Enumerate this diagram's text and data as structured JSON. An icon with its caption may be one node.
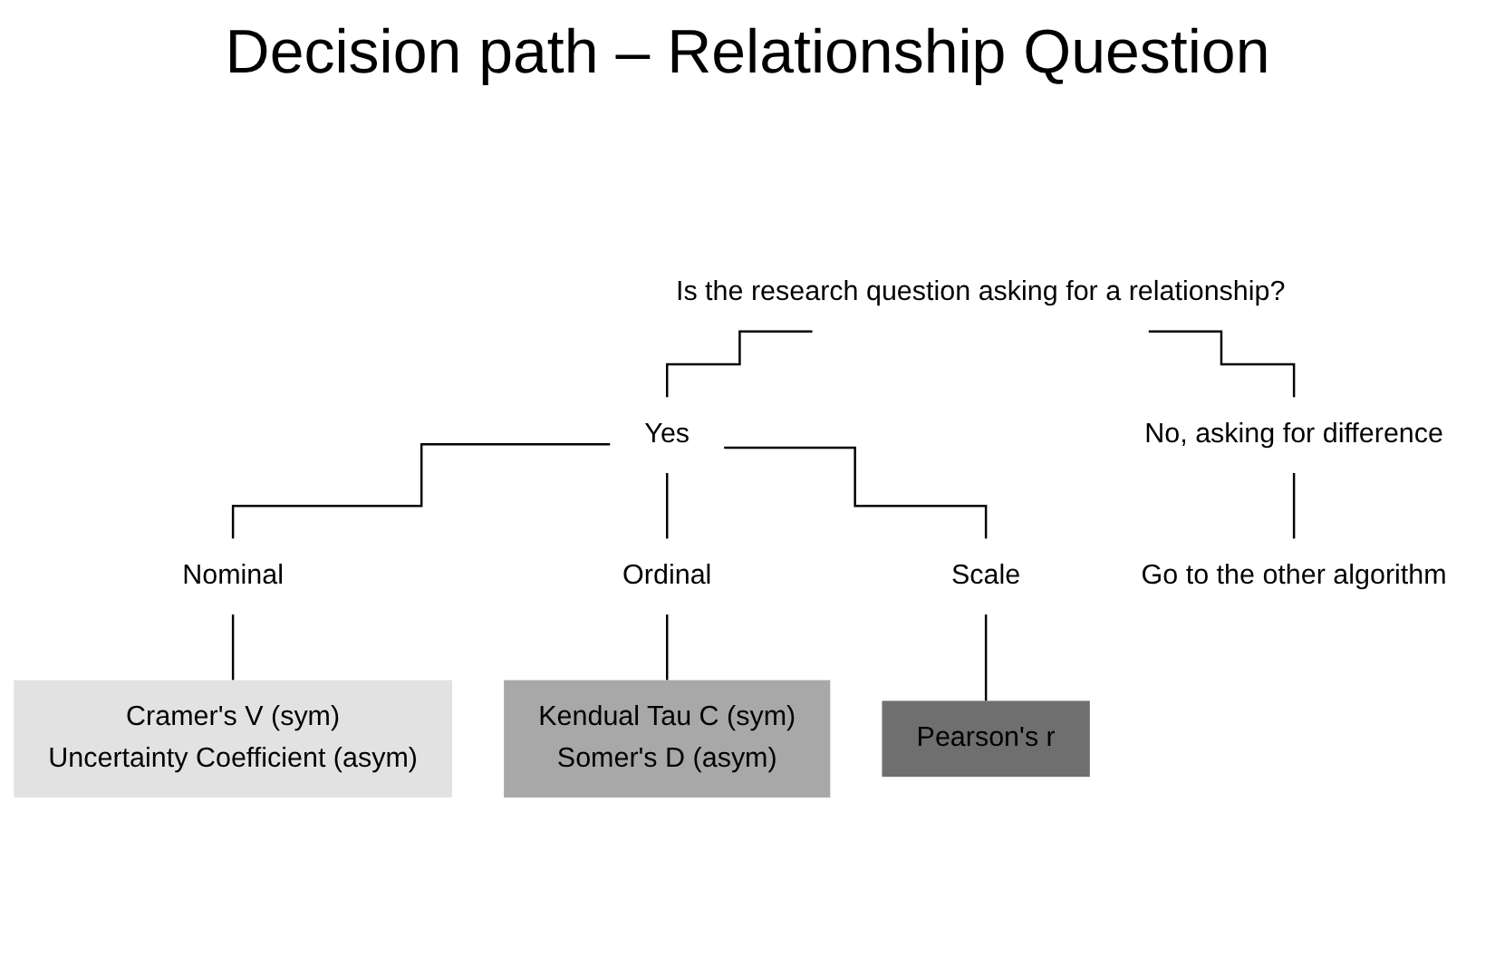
{
  "diagram": {
    "title": "Decision path – Relationship Question",
    "nodes": [
      {
        "text": [
          "Is the research question asking for a relationship?"
        ]
      },
      {
        "text": [
          "Yes"
        ]
      },
      {
        "text": [
          "No, asking for difference"
        ]
      },
      {
        "text": [
          "Nominal"
        ]
      },
      {
        "text": [
          "Ordinal"
        ]
      },
      {
        "text": [
          "Scale"
        ]
      },
      {
        "text": [
          "Go to the other algorithm"
        ]
      },
      {
        "text": [
          "Cramer's V (sym)",
          "Uncertainty Coefficient (asym)"
        ]
      },
      {
        "text": [
          "Kendual Tau C (sym)",
          "Somer's D (asym)"
        ]
      },
      {
        "text": [
          "Pearson's r"
        ]
      }
    ],
    "edges": [
      {
        "from": 0,
        "to": 1,
        "arrow": "none"
      },
      {
        "from": 0,
        "to": 2,
        "arrow": "none"
      },
      {
        "from": 1,
        "to": 3,
        "arrow": "none"
      },
      {
        "from": 1,
        "to": 4,
        "arrow": "none"
      },
      {
        "from": 1,
        "to": 5,
        "arrow": "none"
      },
      {
        "from": 2,
        "to": 6,
        "arrow": "none"
      },
      {
        "from": 3,
        "to": 7,
        "arrow": "none"
      },
      {
        "from": 4,
        "to": 8,
        "arrow": "none"
      },
      {
        "from": 5,
        "to": 9,
        "arrow": "none"
      }
    ]
  }
}
